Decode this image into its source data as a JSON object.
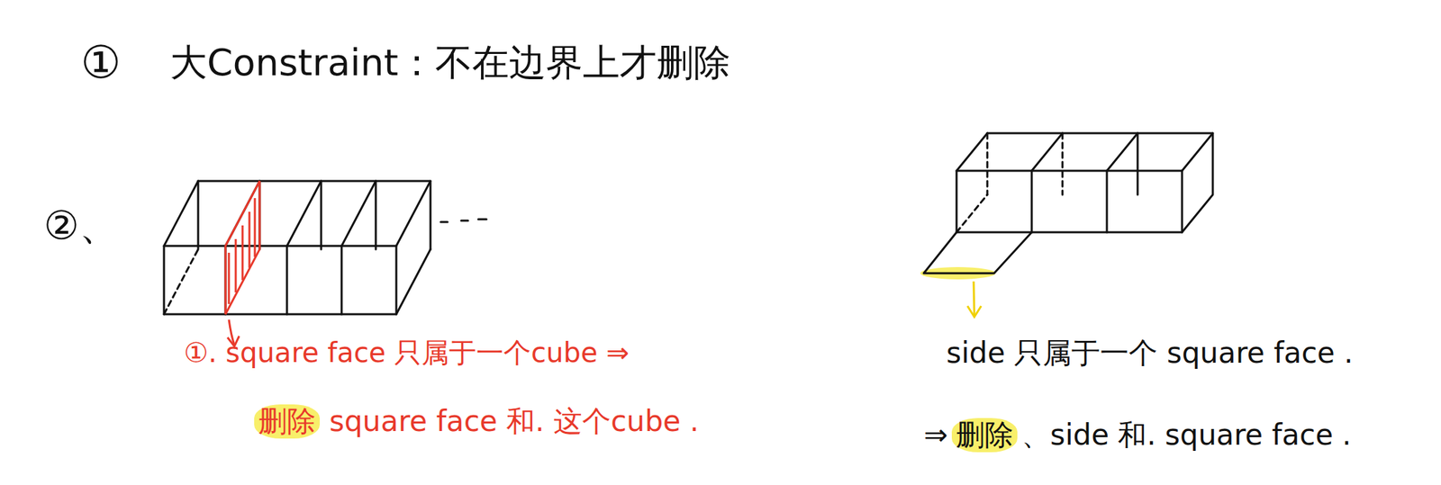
{
  "diagram": {
    "labels": [
      "①",
      "大Constraint：不在边界上才删除",
      "②、",
      "①. square face 只属于一个cube ⇒",
      "删除",
      "square face 和. 这个cube .",
      "side 只属于一个 square face .",
      "⇒",
      "删除",
      "、side 和. square face ."
    ]
  }
}
